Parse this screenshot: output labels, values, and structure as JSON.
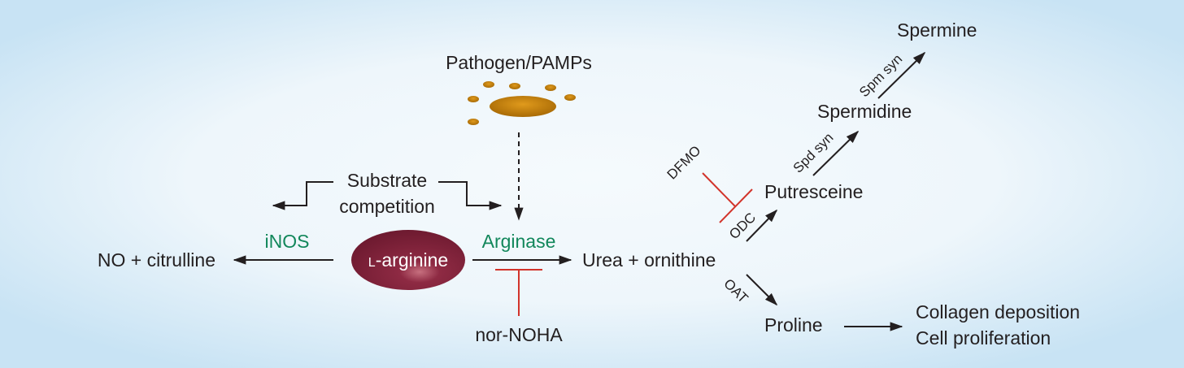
{
  "nodes": {
    "pathogen": "Pathogen/PAMPs",
    "substrate_line1": "Substrate",
    "substrate_line2": "competition",
    "no_citrulline": "NO + citrulline",
    "l_arginine_prefix": "L",
    "l_arginine": "-arginine",
    "urea_ornithine": "Urea + ornithine",
    "nor_noha": "nor-NOHA",
    "putresceine": "Putresceine",
    "spermidine": "Spermidine",
    "spermine": "Spermine",
    "proline": "Proline",
    "collagen": "Collagen deposition",
    "cell_prolif": "Cell proliferation",
    "dfmo": "DFMO"
  },
  "enzymes": {
    "inos": "iNOS",
    "arginase": "Arginase",
    "odc": "ODC",
    "spd_syn": "Spd syn",
    "spm_syn": "Spm syn",
    "oat": "OAT"
  },
  "colors": {
    "enzyme_text": "#12875b",
    "inhibitor": "#d2342b",
    "l_arginine_fill": "#7a1f35",
    "pathogen_fill": "#c9820a"
  }
}
